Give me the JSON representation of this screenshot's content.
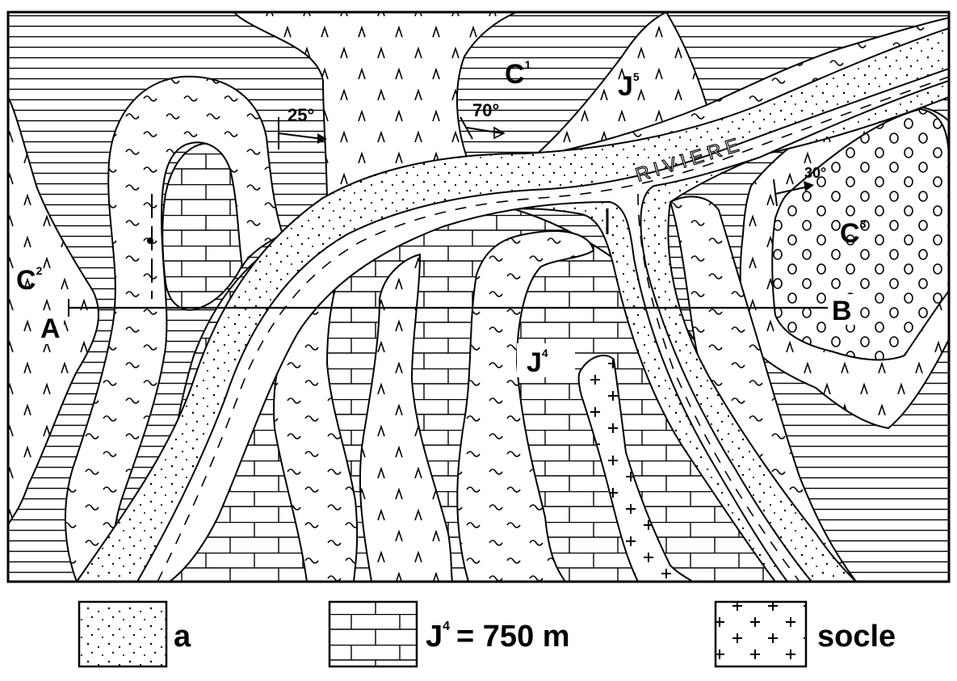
{
  "map": {
    "labels": {
      "c1": {
        "letter": "C",
        "sup": "1"
      },
      "c2": {
        "letter": "C",
        "sup": "2"
      },
      "c3": {
        "letter": "C",
        "sup": "3"
      },
      "j5": {
        "letter": "J",
        "sup": "5"
      },
      "j4": {
        "letter": "J",
        "sup": "4"
      },
      "point_a": "A",
      "point_b": "B",
      "river": "RIVIERE"
    },
    "dips": {
      "dip_25": "25°",
      "dip_70": "70°",
      "dip_30": "30°"
    }
  },
  "legend": {
    "alluvium_label": "a",
    "j4_letter": "J",
    "j4_sup": "4",
    "j4_value": "= 750 m",
    "socle_label": "socle"
  }
}
